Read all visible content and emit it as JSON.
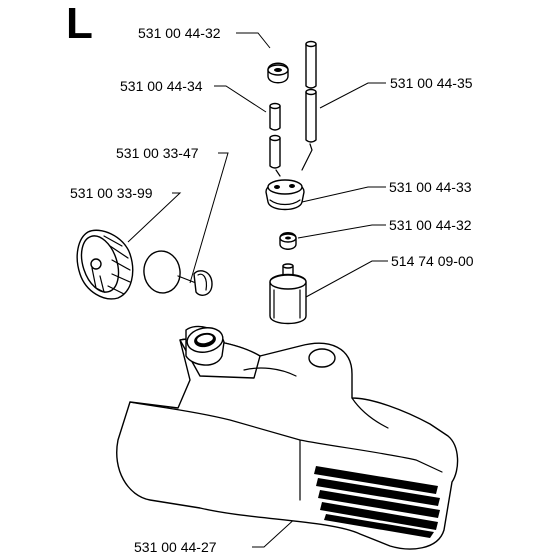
{
  "section_letter": "L",
  "part_numbers": [
    {
      "key": "cap_seal_top",
      "text": "531 00 44-32"
    },
    {
      "key": "tube_short",
      "text": "531 00 44-34"
    },
    {
      "key": "tube_long",
      "text": "531 00 44-35"
    },
    {
      "key": "cap_seal_disc",
      "text": "531 00 33-47"
    },
    {
      "key": "fuel_cap",
      "text": "531 00 33-99"
    },
    {
      "key": "grommet",
      "text": "531 00 44-33"
    },
    {
      "key": "washer",
      "text": "531 00 44-32"
    },
    {
      "key": "fuel_filter",
      "text": "514 74 09-00"
    },
    {
      "key": "fuel_tank",
      "text": "531 00 44-27"
    }
  ]
}
